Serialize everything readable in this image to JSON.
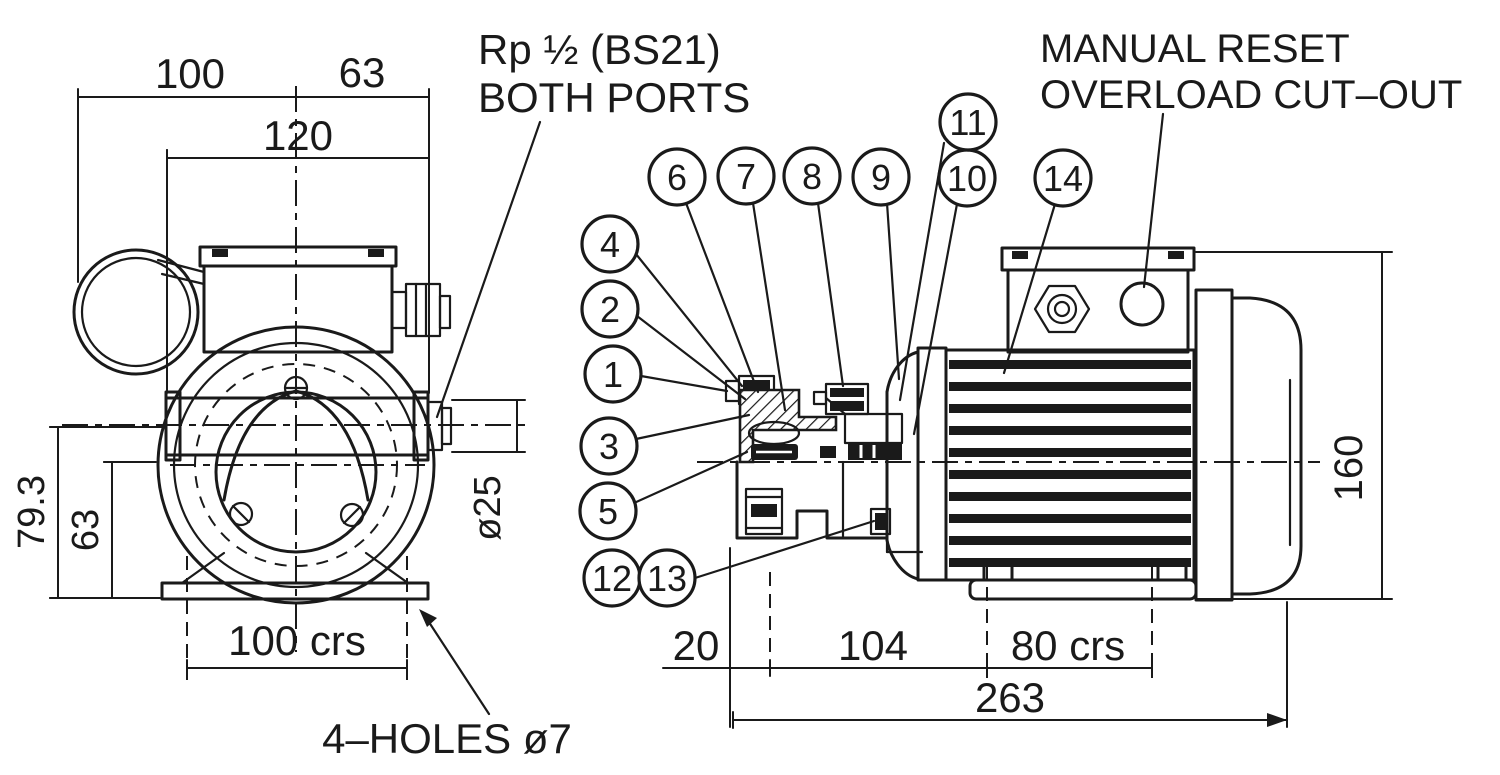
{
  "drawing": {
    "title": "Pump and motor installation dimension drawing",
    "views": [
      "front elevation",
      "side elevation"
    ],
    "units": "mm"
  },
  "notes": {
    "ports_line1": "Rp ½ (BS21)",
    "ports_line2": "BOTH PORTS",
    "reset_line1": "MANUAL RESET",
    "reset_line2": "OVERLOAD CUT–OUT",
    "holes_note": "4–HOLES ø7"
  },
  "front_view": {
    "dim_left_of_centreline": "100",
    "dim_right_of_centreline": "63",
    "dim_flange_width": "120",
    "dim_port_centre_height": "79.3",
    "dim_shaft_centre_height": "63",
    "dim_port_bore": "ø25",
    "dim_base_hole_centres": "100 crs"
  },
  "side_view": {
    "dim_port_overhang": "20",
    "dim_port_to_front_foot": "104",
    "dim_foot_hole_centres": "80 crs",
    "dim_overall_length": "263",
    "dim_overall_height": "160"
  },
  "callouts": [
    "1",
    "2",
    "3",
    "4",
    "5",
    "6",
    "7",
    "8",
    "9",
    "10",
    "11",
    "12",
    "13",
    "14"
  ],
  "colors": {
    "ink": "#1a1a1a",
    "paper": "#ffffff"
  }
}
